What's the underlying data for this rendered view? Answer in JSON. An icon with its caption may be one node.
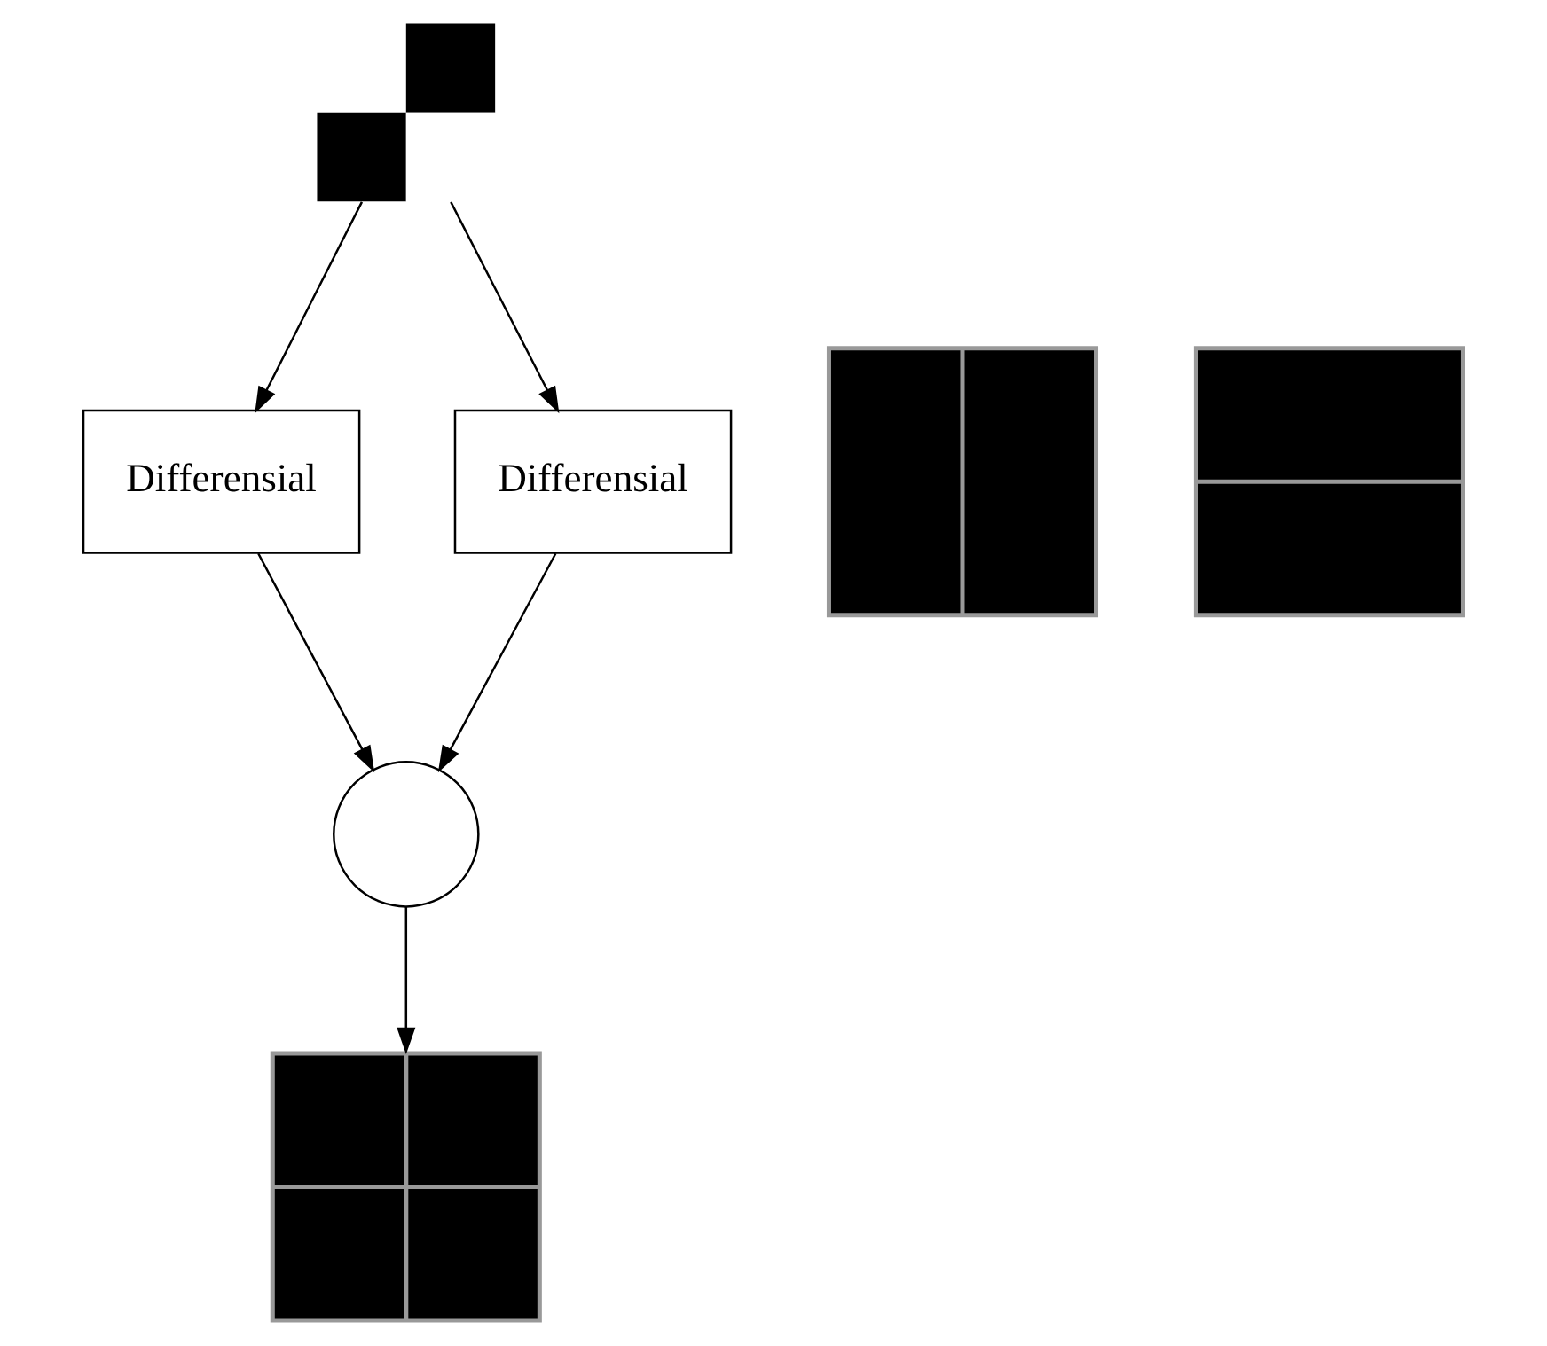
{
  "diagram": {
    "nodes": [
      {
        "text": [],
        "shape": "picture"
      },
      {
        "text": [],
        "shape": "picture"
      },
      {
        "text": [
          "Differensial"
        ]
      },
      {
        "text": [
          "Differensial"
        ]
      },
      {
        "text": [],
        "shape": "picture"
      },
      {
        "text": [],
        "shape": "circle"
      },
      {
        "text": [],
        "shape": "picture"
      }
    ],
    "edges": [
      {
        "from": 0,
        "to": 2,
        "arrow": "to"
      },
      {
        "from": 0,
        "to": 3,
        "arrow": "to"
      },
      {
        "from": 2,
        "to": 5,
        "arrow": "to"
      },
      {
        "from": 3,
        "to": 5,
        "arrow": "to"
      },
      {
        "from": 5,
        "to": 6,
        "arrow": "to"
      }
    ]
  }
}
